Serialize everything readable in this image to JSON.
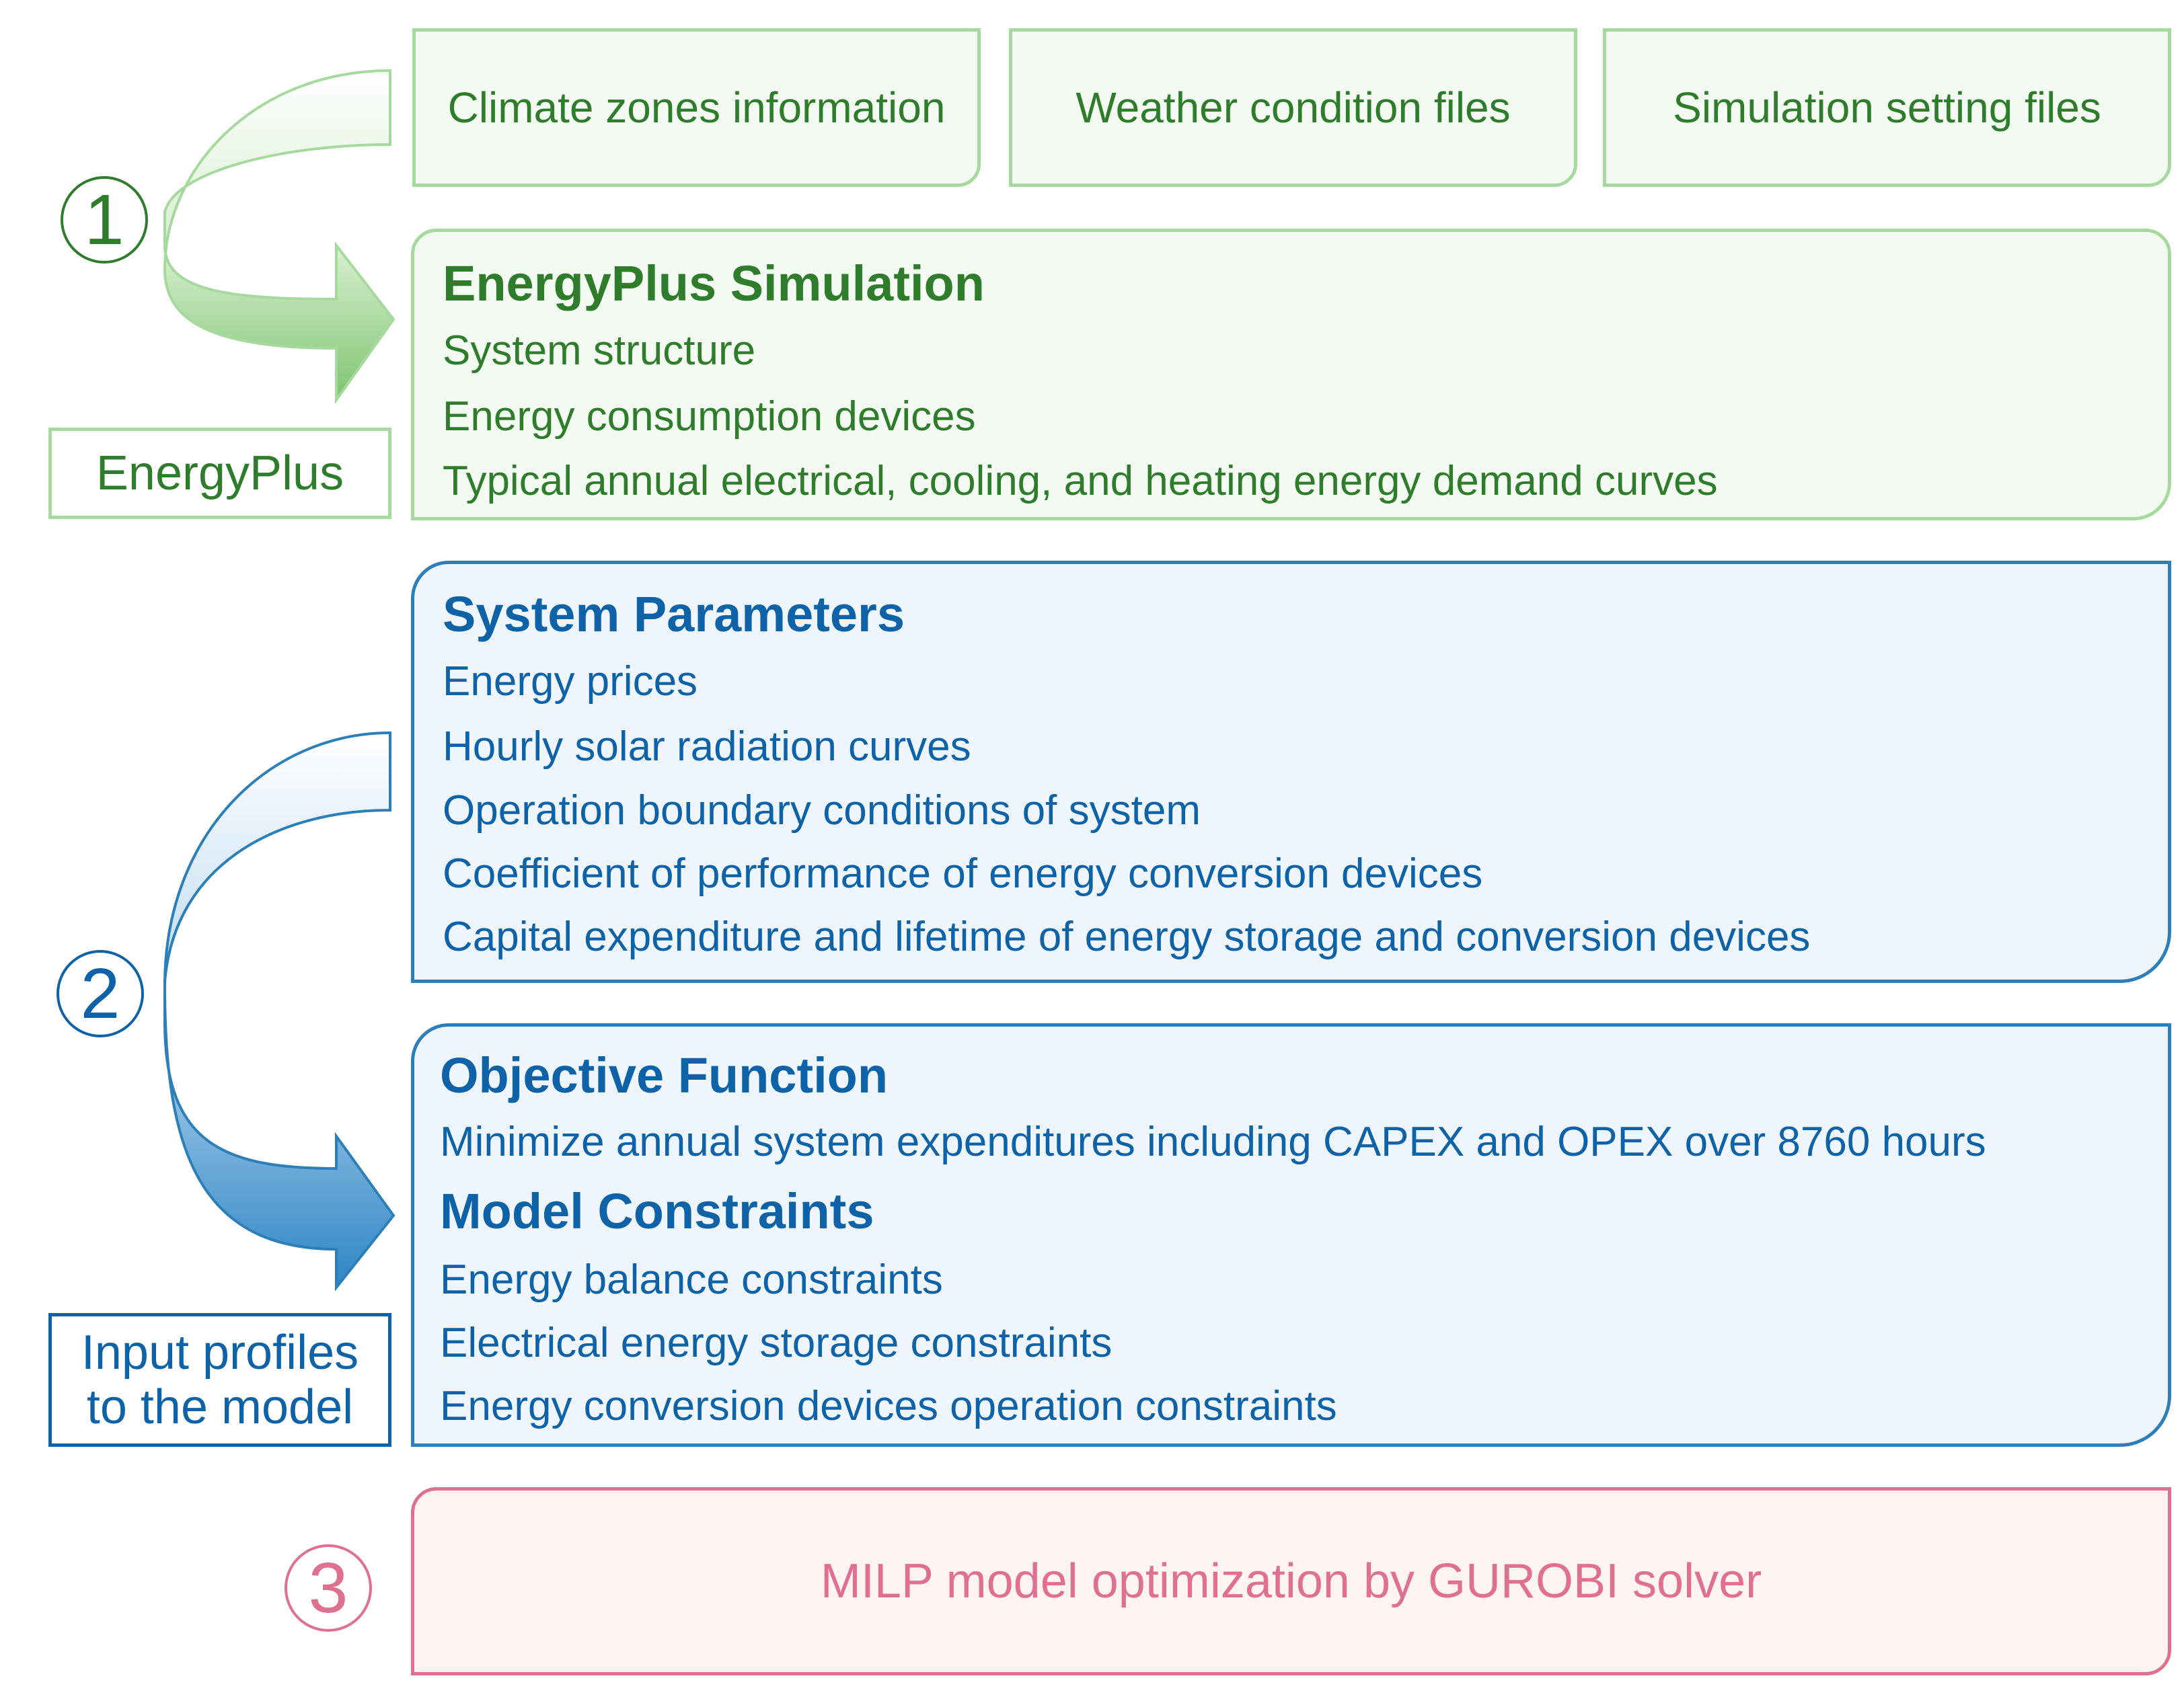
{
  "colors": {
    "green": "#2f7d2c",
    "green_border": "#a6d99d",
    "blue": "#0d62a8",
    "blue_border": "#2c7fb8",
    "pink": "#e0708f"
  },
  "inputs": {
    "climate": "Climate zones information",
    "weather": "Weather condition files",
    "settings": "Simulation setting files"
  },
  "steps": {
    "one": "①",
    "two": "②",
    "three": "③"
  },
  "labels": {
    "energyplus": "EnergyPlus",
    "input_profiles_line1": "Input profiles",
    "input_profiles_line2": "to the model"
  },
  "energyplus_sim": {
    "title": "EnergyPlus Simulation",
    "items": [
      "System structure",
      "Energy consumption devices",
      "Typical annual electrical, cooling, and heating energy demand curves"
    ]
  },
  "system_parameters": {
    "title": "System Parameters",
    "items": [
      "Energy prices",
      "Hourly solar radiation curves",
      "Operation boundary conditions of system",
      "Coefficient of performance of energy conversion devices",
      "Capital expenditure and lifetime of energy storage and conversion devices"
    ]
  },
  "objective": {
    "title": "Objective Function",
    "text": "Minimize annual system expenditures including CAPEX and OPEX over 8760 hours"
  },
  "constraints": {
    "title": "Model Constraints",
    "items": [
      "Energy balance constraints",
      "Electrical energy storage constraints",
      "Energy conversion devices operation constraints"
    ]
  },
  "solver": {
    "text": "MILP model optimization by GUROBI solver"
  }
}
